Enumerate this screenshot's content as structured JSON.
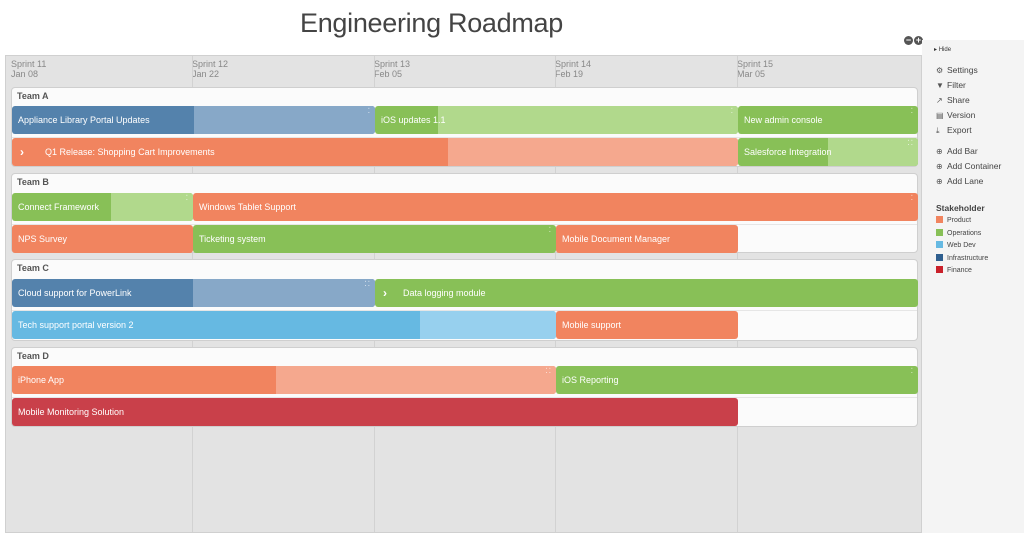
{
  "title": "Engineering Roadmap",
  "zoom": {
    "out": "−",
    "in": "+"
  },
  "sprints": [
    {
      "name": "Sprint 11",
      "date": "Jan 08"
    },
    {
      "name": "Sprint 12",
      "date": "Jan 22"
    },
    {
      "name": "Sprint 13",
      "date": "Feb 05"
    },
    {
      "name": "Sprint 14",
      "date": "Feb 19"
    },
    {
      "name": "Sprint 15",
      "date": "Mar 05"
    }
  ],
  "teams": [
    {
      "name": "Team A"
    },
    {
      "name": "Team B"
    },
    {
      "name": "Team C"
    },
    {
      "name": "Team D"
    }
  ],
  "bars": {
    "a1": "Appliance Library Portal Updates",
    "a2": "iOS updates 1.1",
    "a3": "New admin console",
    "a4": "Q1 Release: Shopping Cart Improvements",
    "a5": "Salesforce Integration",
    "b1": "Connect Framework",
    "b2": "Windows Tablet Support",
    "b3": "NPS Survey",
    "b4": "Ticketing system",
    "b5": "Mobile Document Manager",
    "c1": "Cloud support for PowerLink",
    "c2": "Data logging module",
    "c3": "Tech support portal version 2",
    "c4": "Mobile support",
    "d1": "iPhone App",
    "d2": "iOS Reporting",
    "d3": "Mobile Monitoring Solution"
  },
  "sidebar": {
    "hide": "Hide",
    "menu": [
      {
        "label": "Settings",
        "icon": "gear-icon",
        "glyph": "⚙"
      },
      {
        "label": "Filter",
        "icon": "filter-icon",
        "glyph": "▼"
      },
      {
        "label": "Share",
        "icon": "share-icon",
        "glyph": "↗"
      },
      {
        "label": "Version",
        "icon": "version-icon",
        "glyph": "▤"
      },
      {
        "label": "Export",
        "icon": "export-icon",
        "glyph": "⤓"
      },
      {
        "label": "Add Bar",
        "icon": "add-icon",
        "glyph": "⊕"
      },
      {
        "label": "Add Container",
        "icon": "add-icon",
        "glyph": "⊕"
      },
      {
        "label": "Add Lane",
        "icon": "add-icon",
        "glyph": "⊕"
      }
    ],
    "legend_title": "Stakeholder",
    "legend": [
      {
        "label": "Product",
        "color": "#f1845f"
      },
      {
        "label": "Operations",
        "color": "#88c057"
      },
      {
        "label": "Web Dev",
        "color": "#66b9e2"
      },
      {
        "label": "Infrastructure",
        "color": "#2f5f8f"
      },
      {
        "label": "Finance",
        "color": "#c9202a"
      }
    ]
  }
}
